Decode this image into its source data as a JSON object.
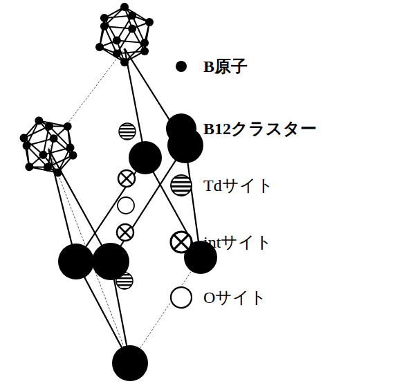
{
  "diagram": {
    "legend": [
      {
        "text": "B原子"
      },
      {
        "text": "B12クラスター"
      },
      {
        "text": "Tdサイト"
      },
      {
        "text": "intサイト"
      },
      {
        "text": "Oサイト"
      }
    ]
  }
}
